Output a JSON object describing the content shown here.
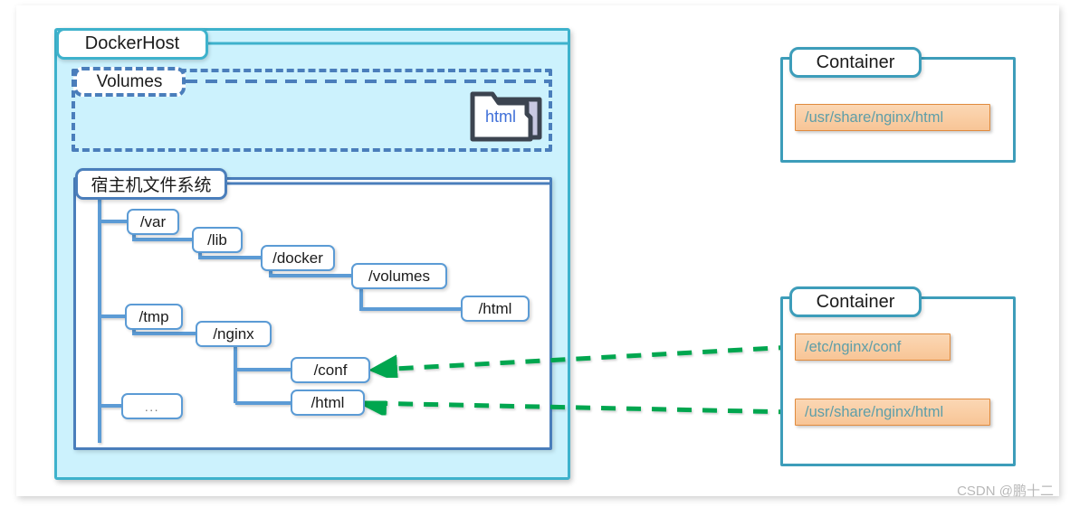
{
  "diagram": {
    "title": "Docker volume mapping between host filesystem and containers",
    "colors": {
      "dockerhost_border": "#3eb2cc",
      "dockerhost_fill": "#ccf2fd",
      "volumes_border": "#4a7ebb",
      "hostfs_border": "#4a7ebb",
      "container_border": "#3d9dba",
      "tree_node_border": "#5b9bd5",
      "chip_fill": "#f8c596",
      "chip_border": "#e08b3e",
      "chip_text": "#5e9ea8",
      "orange_link": "#ed7d31",
      "green_link": "#00a650",
      "folder_text": "#3f6fd8"
    }
  },
  "dockerhost": {
    "label": "DockerHost"
  },
  "volumes": {
    "label": "Volumes",
    "folder": {
      "name": "html",
      "icon": "folder-icon"
    }
  },
  "hostfs": {
    "label": "宿主机文件系统",
    "nodes": [
      {
        "id": "var",
        "label": "/var"
      },
      {
        "id": "lib",
        "label": "/lib"
      },
      {
        "id": "docker",
        "label": "/docker"
      },
      {
        "id": "volumes",
        "label": "/volumes"
      },
      {
        "id": "vol_html",
        "label": "/html"
      },
      {
        "id": "tmp",
        "label": "/tmp"
      },
      {
        "id": "nginx",
        "label": "/nginx"
      },
      {
        "id": "conf",
        "label": "/conf"
      },
      {
        "id": "fs_html",
        "label": "/html"
      },
      {
        "id": "more",
        "label": "..."
      }
    ]
  },
  "containers": [
    {
      "id": "container-top",
      "label": "Container",
      "paths": [
        {
          "id": "c1-html",
          "label": "/usr/share/nginx/html"
        }
      ]
    },
    {
      "id": "container-bottom",
      "label": "Container",
      "paths": [
        {
          "id": "c2-conf",
          "label": "/etc/nginx/conf"
        },
        {
          "id": "c2-html",
          "label": "/usr/share/nginx/html"
        }
      ]
    }
  ],
  "links": [
    {
      "id": "link-volume-container1",
      "style": "dashed",
      "color": "#ed7d31",
      "from": "container-top:/usr/share/nginx/html",
      "to": "volumes:html"
    },
    {
      "id": "link-volume-hosthtml",
      "style": "dashed",
      "color": "#ed7d31",
      "from": "volumes:html",
      "to": "hostfs:/volumes//html"
    },
    {
      "id": "link-bind-conf",
      "style": "dashed",
      "color": "#00a650",
      "from": "container-bottom:/etc/nginx/conf",
      "to": "hostfs:/nginx//conf"
    },
    {
      "id": "link-bind-html",
      "style": "dashed",
      "color": "#00a650",
      "from": "container-bottom:/usr/share/nginx/html",
      "to": "hostfs:/nginx//html"
    }
  ],
  "watermark": {
    "text": "CSDN @鹏十二"
  }
}
